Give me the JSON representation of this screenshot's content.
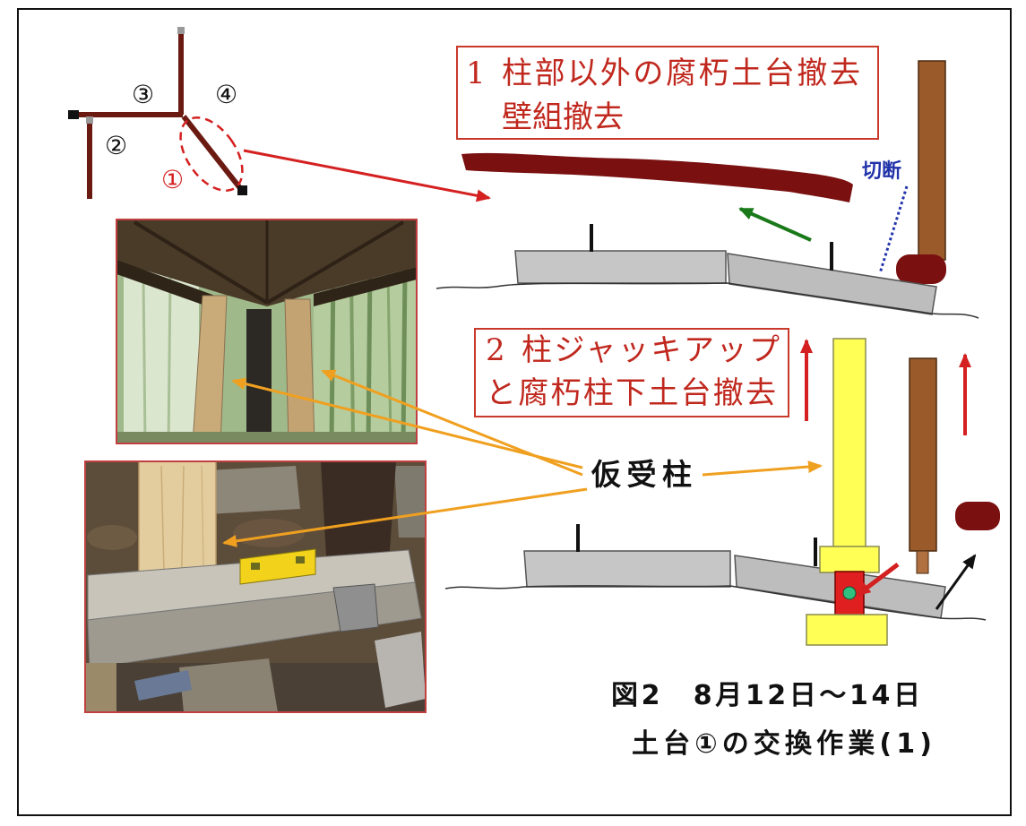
{
  "plan": {
    "label_1": "①",
    "label_2": "②",
    "label_3": "③",
    "label_4": "④"
  },
  "step1": {
    "number": "1",
    "line1": "柱部以外の腐朽土台撤去",
    "line2": "壁組撤去"
  },
  "cut_label": "切断",
  "step2": {
    "number": "2",
    "line1": "柱ジャッキアップ",
    "line2": "と腐朽柱下土台撤去"
  },
  "temporary_post_label": "仮受柱",
  "caption": {
    "line1": "図2　8月12日～14日",
    "line2": "土台①の交換作業(1)"
  },
  "colors": {
    "step_text": "#c0281e",
    "box_border": "#c8392c",
    "plan_member": "#6b1a12",
    "rotten_wood": "#7a1010",
    "post": "#9a5a2a",
    "temporary_post": "#ffff55",
    "jack": "#e02020",
    "cut_label": "#2233aa",
    "callout_arrow": "#f0a020",
    "foundation": "#c6c6c6",
    "photo_border": "#c04040"
  }
}
